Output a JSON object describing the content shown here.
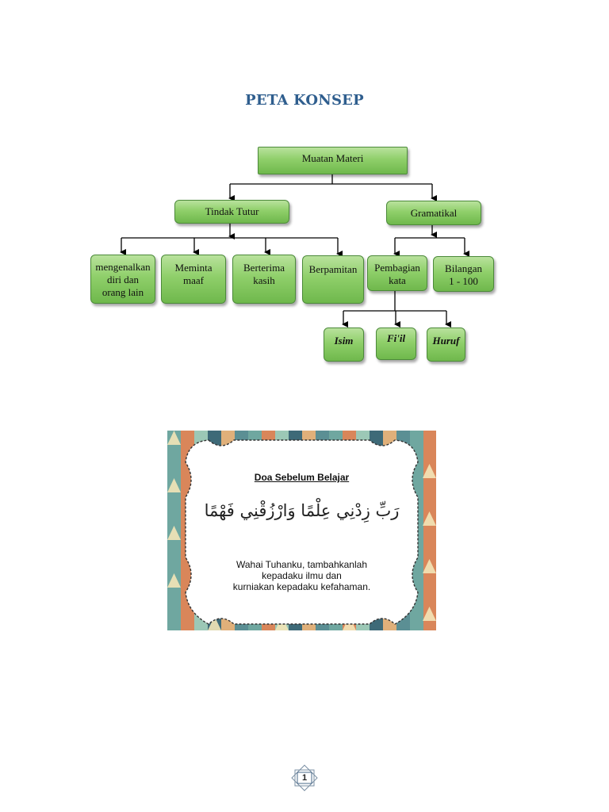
{
  "title": "PETA KONSEP",
  "concept_map": {
    "root": "Muatan Materi",
    "tindak_tutur": {
      "label": "Tindak Tutur",
      "children": [
        [
          "mengenalkan",
          "diri dan",
          "orang lain"
        ],
        [
          "Meminta",
          "maaf"
        ],
        [
          "Berterima",
          "kasih"
        ],
        [
          "Berpamitan"
        ]
      ]
    },
    "gramatikal": {
      "label": "Gramatikal",
      "pembagian": [
        "Pembagian",
        "kata"
      ],
      "bilangan": [
        "Bilangan",
        "1 - 100"
      ],
      "kata_children": [
        "Isim",
        "Fi'il",
        "Huruf"
      ]
    }
  },
  "doa_card": {
    "heading": "Doa Sebelum Belajar",
    "arabic": "رَبِّ زِدْنِي عِلْمًا وَارْزُقْنِي فَهْمًا",
    "translation": [
      "Wahai Tuhanku, tambahkanlah",
      "kepadaku ilmu dan",
      "kurniakan kepadaku kefahaman."
    ],
    "colors": {
      "frame_border": "#333333",
      "panel": "#ffffff"
    }
  },
  "page_number": "1",
  "colors": {
    "title": "#2f5e8e",
    "box_border": "#4c8a3a",
    "box_fill": "#8fcf6a"
  }
}
